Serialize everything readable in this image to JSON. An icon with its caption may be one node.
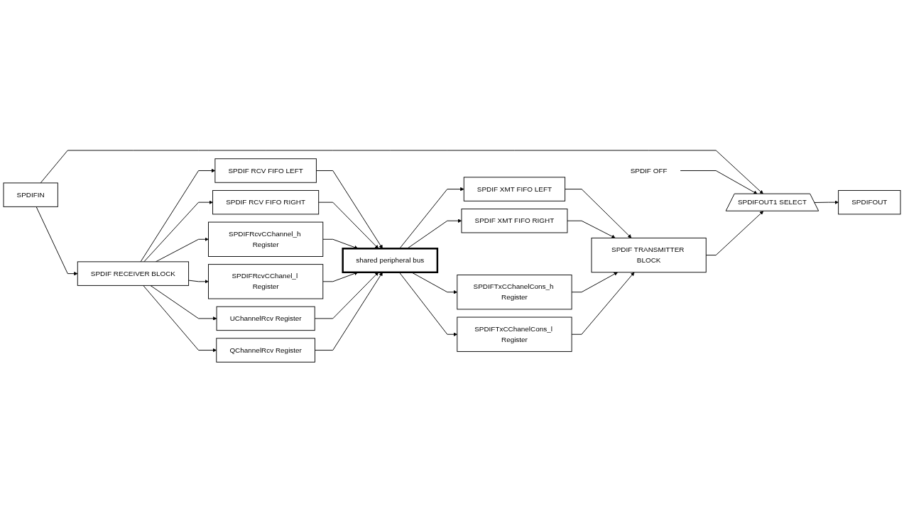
{
  "diagram": {
    "nodes": [
      {
        "text": [
          "SPDIFIN"
        ]
      },
      {
        "text": [
          "SPDIF RECEIVER BLOCK"
        ]
      },
      {
        "text": [
          "SPDIF RCV FIFO LEFT"
        ]
      },
      {
        "text": [
          "SPDIF RCV FIFO RIGHT"
        ]
      },
      {
        "text": [
          "SPDIFRcvCChannel_h Register"
        ]
      },
      {
        "text": [
          "SPDIFRcvCChanel_l Register"
        ]
      },
      {
        "text": [
          "UChannelRcv Register"
        ]
      },
      {
        "text": [
          "QChannelRcv Register"
        ]
      },
      {
        "text": [
          "shared peripheral bus"
        ]
      },
      {
        "text": [
          "SPDIFOUT1 SELECT"
        ]
      },
      {
        "text": [
          "SPDIF OFF"
        ]
      },
      {
        "text": [
          "SPDIFOUT"
        ]
      },
      {
        "text": [
          "SPDIF TRANSMITTER BLOCK"
        ]
      },
      {
        "text": [
          "SPDIF XMT FIFO LEFT"
        ]
      },
      {
        "text": [
          "SPDIF XMT FIFO RIGHT"
        ]
      },
      {
        "text": [
          "SPDIFTxCChanelCons_h Register"
        ]
      },
      {
        "text": [
          "SPDIFTxCChanelCons_l Register"
        ]
      }
    ],
    "edges": [
      {
        "from": 0,
        "to": 1,
        "arrow": "to"
      },
      {
        "from": 0,
        "to": 9,
        "arrow": "to"
      },
      {
        "from": 1,
        "to": 2,
        "arrow": "to"
      },
      {
        "from": 1,
        "to": 3,
        "arrow": "to"
      },
      {
        "from": 1,
        "to": 4,
        "arrow": "to"
      },
      {
        "from": 1,
        "to": 5,
        "arrow": "to"
      },
      {
        "from": 1,
        "to": 6,
        "arrow": "to"
      },
      {
        "from": 1,
        "to": 7,
        "arrow": "to"
      },
      {
        "from": 2,
        "to": 8,
        "arrow": "to"
      },
      {
        "from": 3,
        "to": 8,
        "arrow": "to"
      },
      {
        "from": 4,
        "to": 8,
        "arrow": "to"
      },
      {
        "from": 5,
        "to": 8,
        "arrow": "to"
      },
      {
        "from": 6,
        "to": 8,
        "arrow": "to"
      },
      {
        "from": 7,
        "to": 8,
        "arrow": "to"
      },
      {
        "from": 8,
        "to": 13,
        "arrow": "to"
      },
      {
        "from": 8,
        "to": 14,
        "arrow": "to"
      },
      {
        "from": 8,
        "to": 15,
        "arrow": "to"
      },
      {
        "from": 8,
        "to": 16,
        "arrow": "to"
      },
      {
        "from": 13,
        "to": 12,
        "arrow": "to"
      },
      {
        "from": 14,
        "to": 12,
        "arrow": "to"
      },
      {
        "from": 15,
        "to": 12,
        "arrow": "to"
      },
      {
        "from": 16,
        "to": 12,
        "arrow": "to"
      },
      {
        "from": 10,
        "to": 9,
        "arrow": "to"
      },
      {
        "from": 12,
        "to": 9,
        "arrow": "to"
      },
      {
        "from": 9,
        "to": 11,
        "arrow": "to"
      }
    ]
  }
}
